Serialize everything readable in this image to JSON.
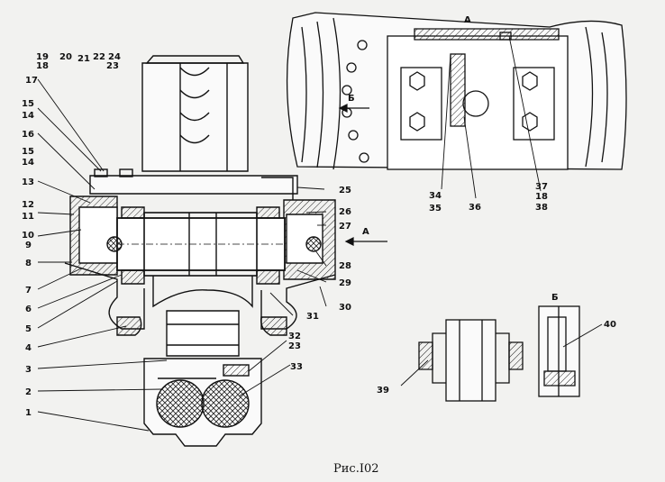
{
  "figure": {
    "caption": "Рис.I02",
    "views": {
      "a": "А",
      "b": "Б",
      "arrow_a": "А",
      "arrow_b": "Б"
    },
    "callouts": [
      "1",
      "2",
      "3",
      "4",
      "5",
      "6",
      "7",
      "8",
      "9",
      "10",
      "11",
      "12",
      "13",
      "14",
      "15",
      "14",
      "15",
      "16",
      "17",
      "18",
      "19",
      "20",
      "21",
      "22",
      "23",
      "24",
      "25",
      "26",
      "27",
      "28",
      "29",
      "30",
      "31",
      "32",
      "23",
      "33",
      "34",
      "35",
      "36",
      "37",
      "18",
      "38",
      "39",
      "40"
    ]
  }
}
